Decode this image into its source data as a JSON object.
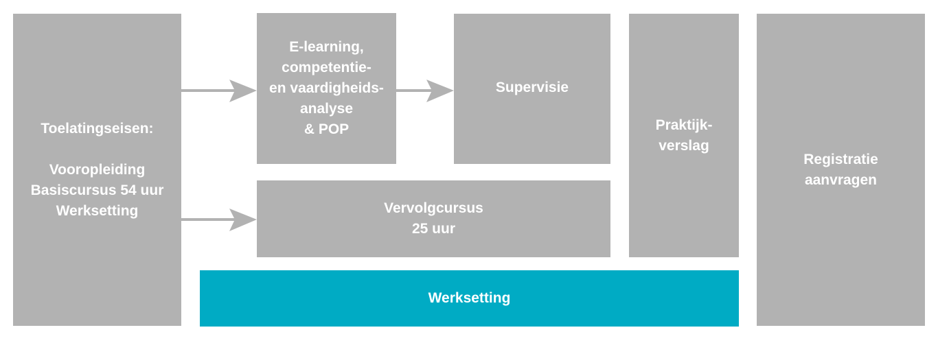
{
  "boxes": {
    "admission": "Toelatingseisen:\n\nVooropleiding\nBasiscursus 54 uur\nWerksetting",
    "elearning": "E-learning,\ncompetentie-\nen vaardigheids-\nanalyse\n& POP",
    "supervision": "Supervisie",
    "practice_report": "Praktijk-\nverslag",
    "registration": "Registratie\naanvragen",
    "followup_course": "Vervolgcursus\n25 uur",
    "work_setting": "Werksetting"
  },
  "colors": {
    "box": "#b2b2b2",
    "work_setting": "#00abc4",
    "arrow": "#b2b2b2"
  }
}
